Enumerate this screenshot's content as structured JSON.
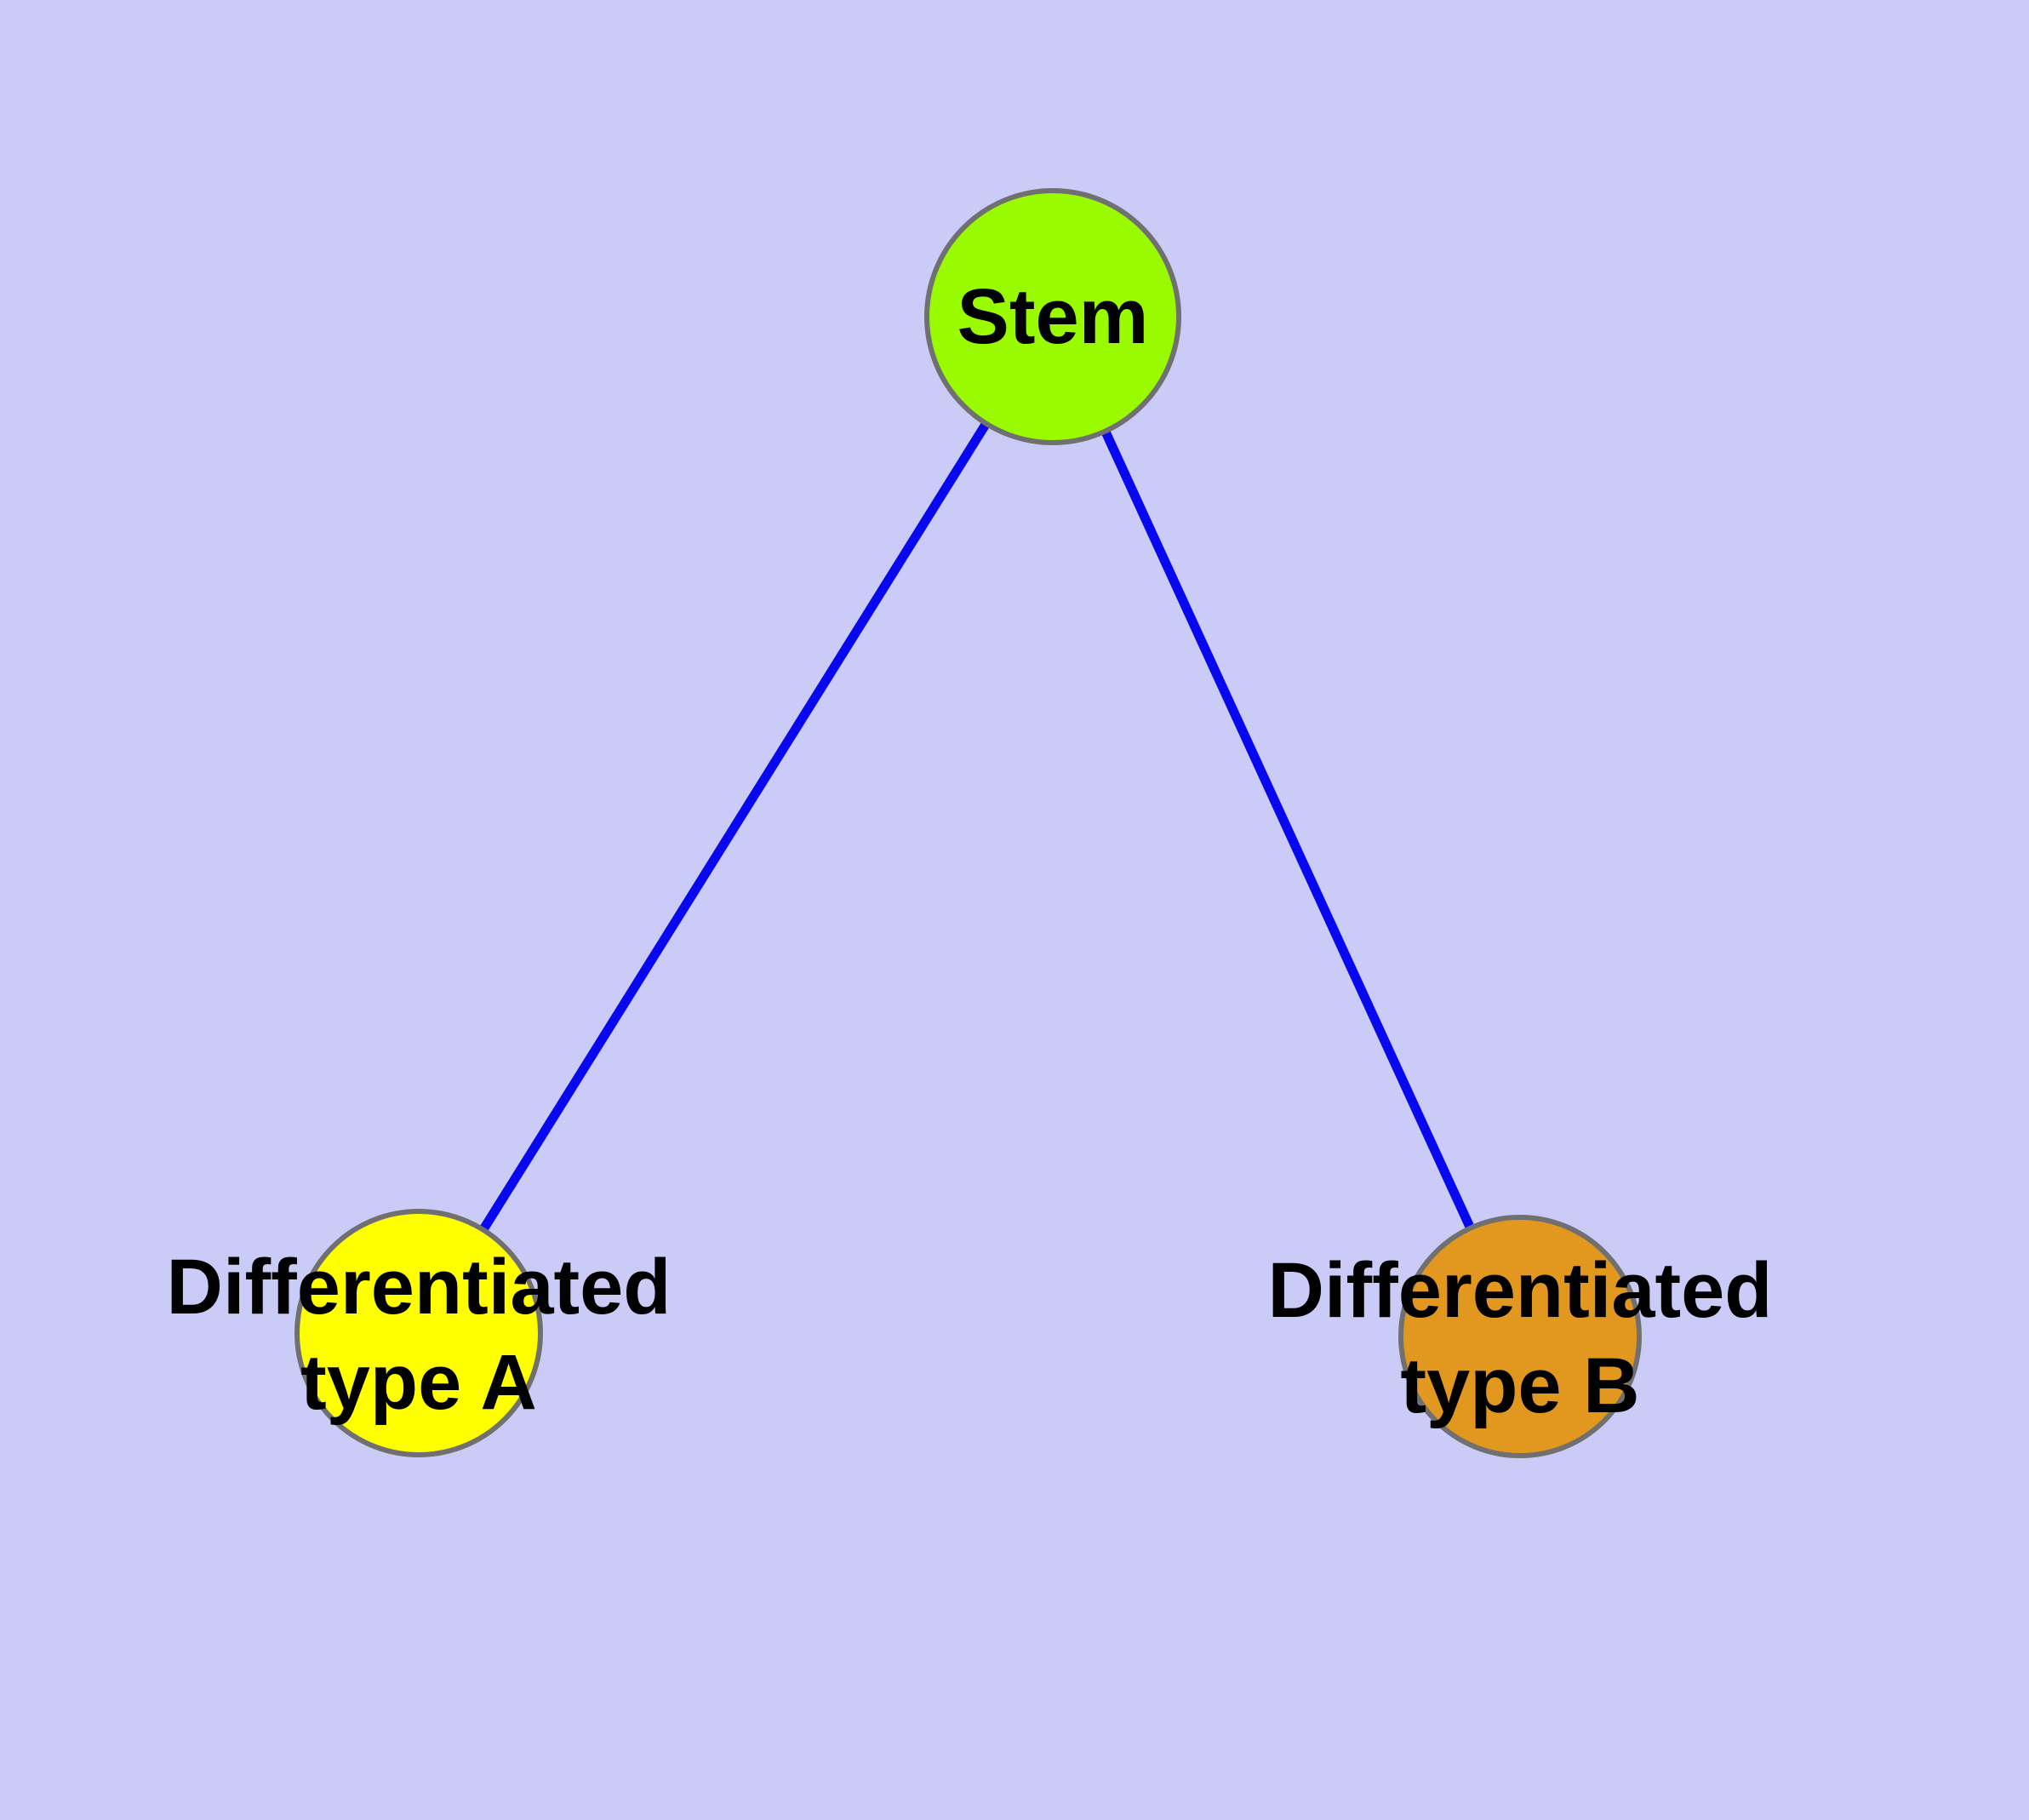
{
  "graph": {
    "background": "#CBCBF8",
    "colors": {
      "edge": "#0808F0",
      "node_border": "#707070",
      "label_text": "#000000"
    },
    "nodes": [
      {
        "name": "stem",
        "label": "Stem",
        "lines": [
          "Stem"
        ],
        "fill": "#9AFB00"
      },
      {
        "name": "differentiated-type-a",
        "label": "Differentiated type A",
        "lines": [
          "Differentiated",
          "type A"
        ],
        "fill": "#FFFF00"
      },
      {
        "name": "differentiated-type-b",
        "label": "Differentiated type B",
        "lines": [
          "Differentiated",
          "type B"
        ],
        "fill": "#E2981E"
      }
    ],
    "edges": [
      {
        "from": "stem",
        "to": "differentiated-type-a"
      },
      {
        "from": "stem",
        "to": "differentiated-type-b"
      }
    ]
  }
}
